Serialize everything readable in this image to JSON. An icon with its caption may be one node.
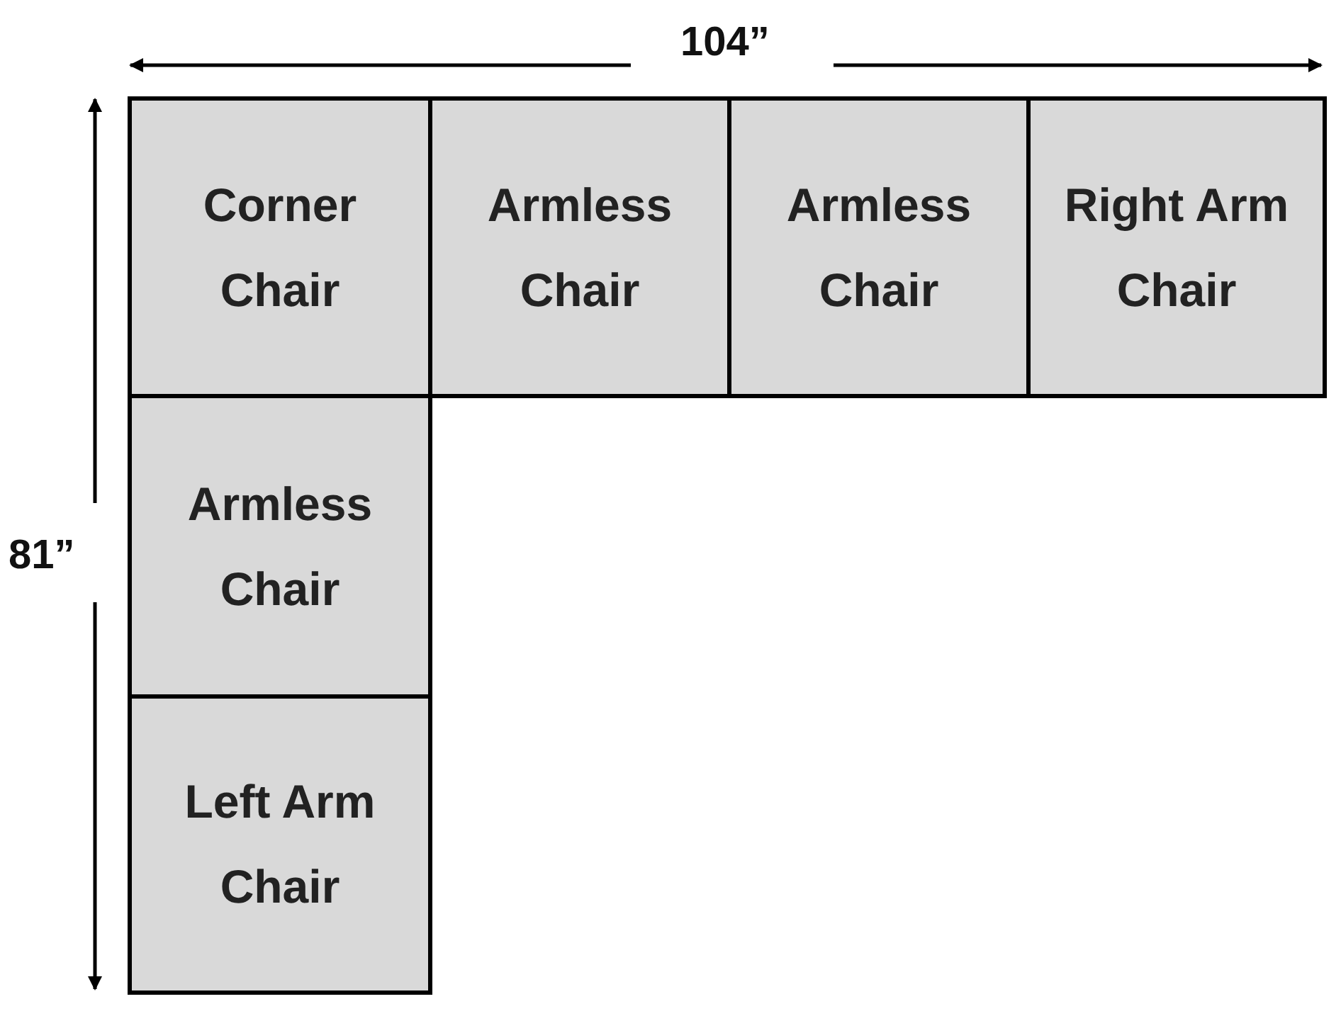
{
  "diagram": {
    "nodes": [
      {
        "text": [
          "Corner Chair"
        ]
      },
      {
        "text": [
          "Armless Chair"
        ]
      },
      {
        "text": [
          "Armless Chair"
        ]
      },
      {
        "text": [
          "Right Arm Chair"
        ]
      },
      {
        "text": [
          "Armless Chair"
        ]
      },
      {
        "text": [
          "Left Arm Chair"
        ]
      }
    ],
    "labels": [
      "104”",
      "81”"
    ]
  }
}
